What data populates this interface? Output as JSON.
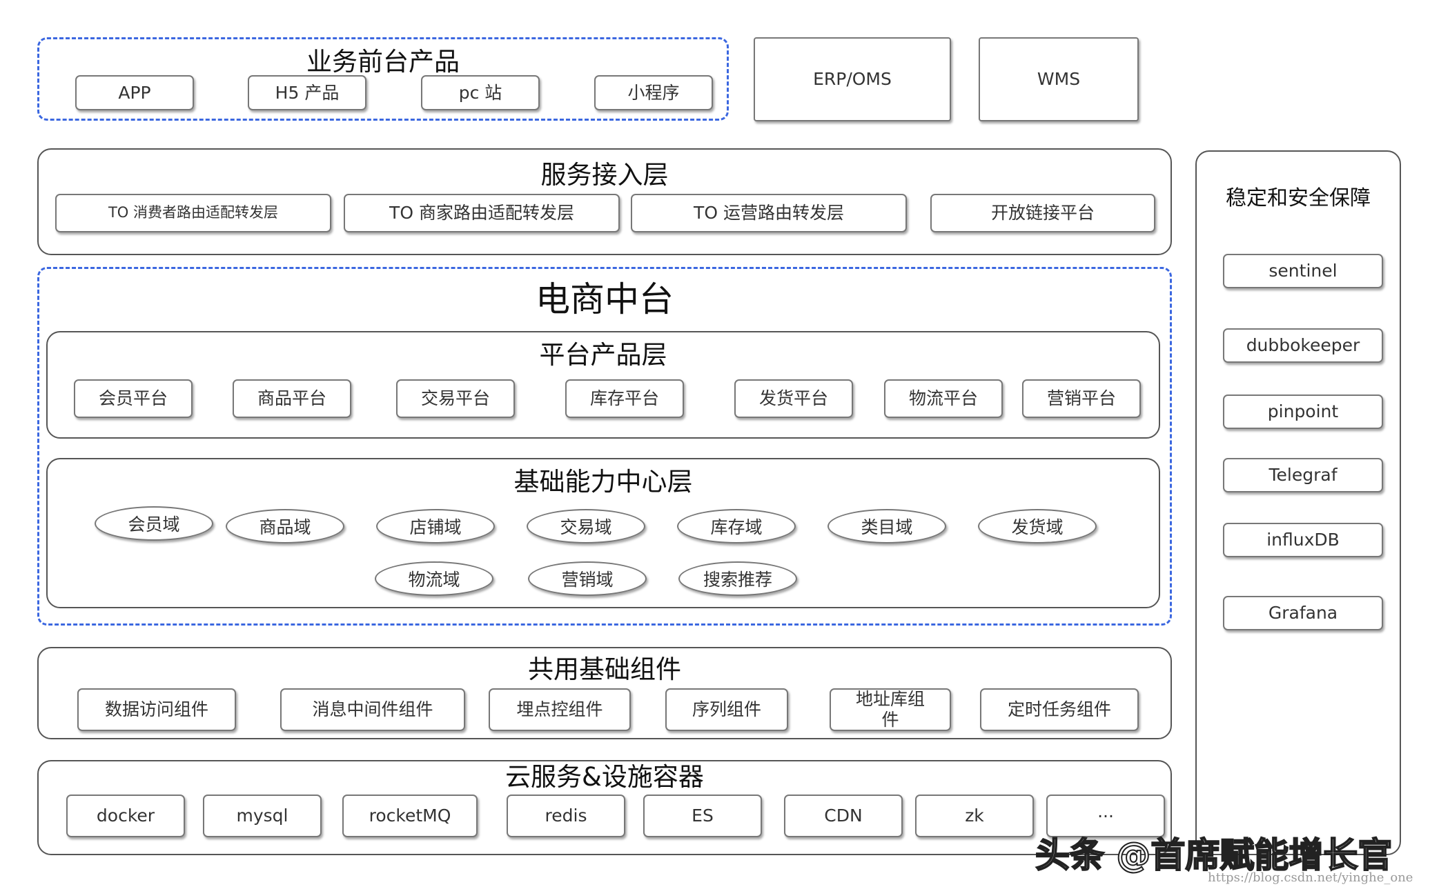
{
  "frontend": {
    "title": "业务前台产品",
    "items": [
      "APP",
      "H5 产品",
      "pc 站",
      "小程序"
    ]
  },
  "erp": "ERP/OMS",
  "wms": "WMS",
  "access": {
    "title": "服务接入层",
    "items": [
      "TO 消费者路由适配转发层",
      "TO 商家路由适配转发层",
      "TO  运营路由转发层",
      "开放链接平台"
    ]
  },
  "middle": {
    "title": "电商中台",
    "platform": {
      "title": "平台产品层",
      "items": [
        "会员平台",
        "商品平台",
        "交易平台",
        "库存平台",
        "发货平台",
        "物流平台",
        "营销平台"
      ]
    },
    "capability": {
      "title": "基础能力中心层",
      "row1": [
        "会员域",
        "商品域",
        "店铺域",
        "交易域",
        "库存域",
        "类目域",
        "发货域"
      ],
      "row2": [
        "物流域",
        "营销域",
        "搜索推荐"
      ]
    }
  },
  "shared": {
    "title": "共用基础组件",
    "items": [
      "数据访问组件",
      "消息中间件组件",
      "埋点控组件",
      "序列组件",
      "地址库组件",
      "定时任务组件"
    ]
  },
  "cloud": {
    "title": "云服务&设施容器",
    "items": [
      "docker",
      "mysql",
      "rocketMQ",
      "redis",
      "ES",
      "CDN",
      "zk",
      "..."
    ]
  },
  "stability": {
    "title": "稳定和安全保障",
    "items": [
      "sentinel",
      "dubbokeeper",
      "pinpoint",
      "Telegraf",
      "influxDB",
      "Grafana"
    ]
  },
  "watermark": "头条 @首席赋能增长官",
  "source_url": "https://blog.csdn.net/yinghe_one"
}
